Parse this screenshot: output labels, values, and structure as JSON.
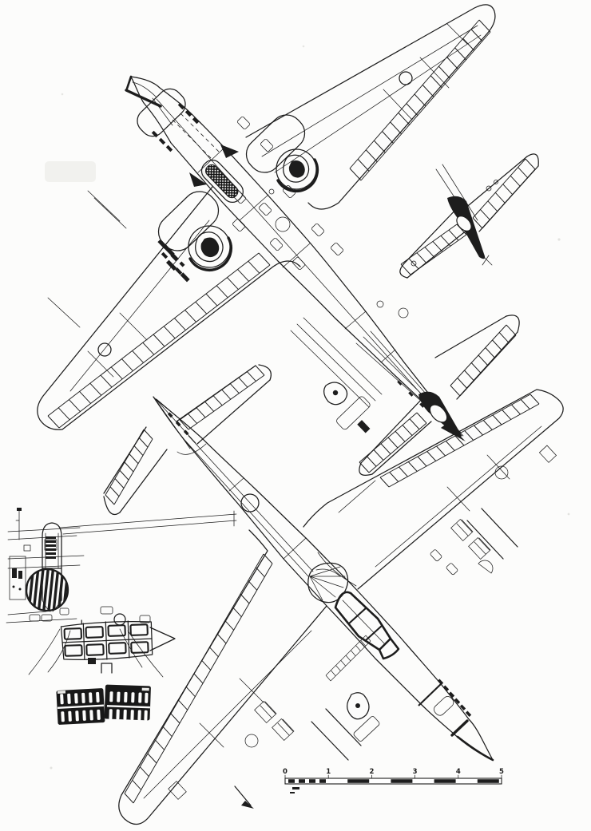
{
  "page": {
    "background": "#fcfcfb",
    "ink_color": "#1d1d1d",
    "type": "scanned aircraft blueprint page"
  },
  "scale_bar": {
    "labels": [
      "0",
      "1",
      "2",
      "3",
      "4",
      "5"
    ]
  }
}
